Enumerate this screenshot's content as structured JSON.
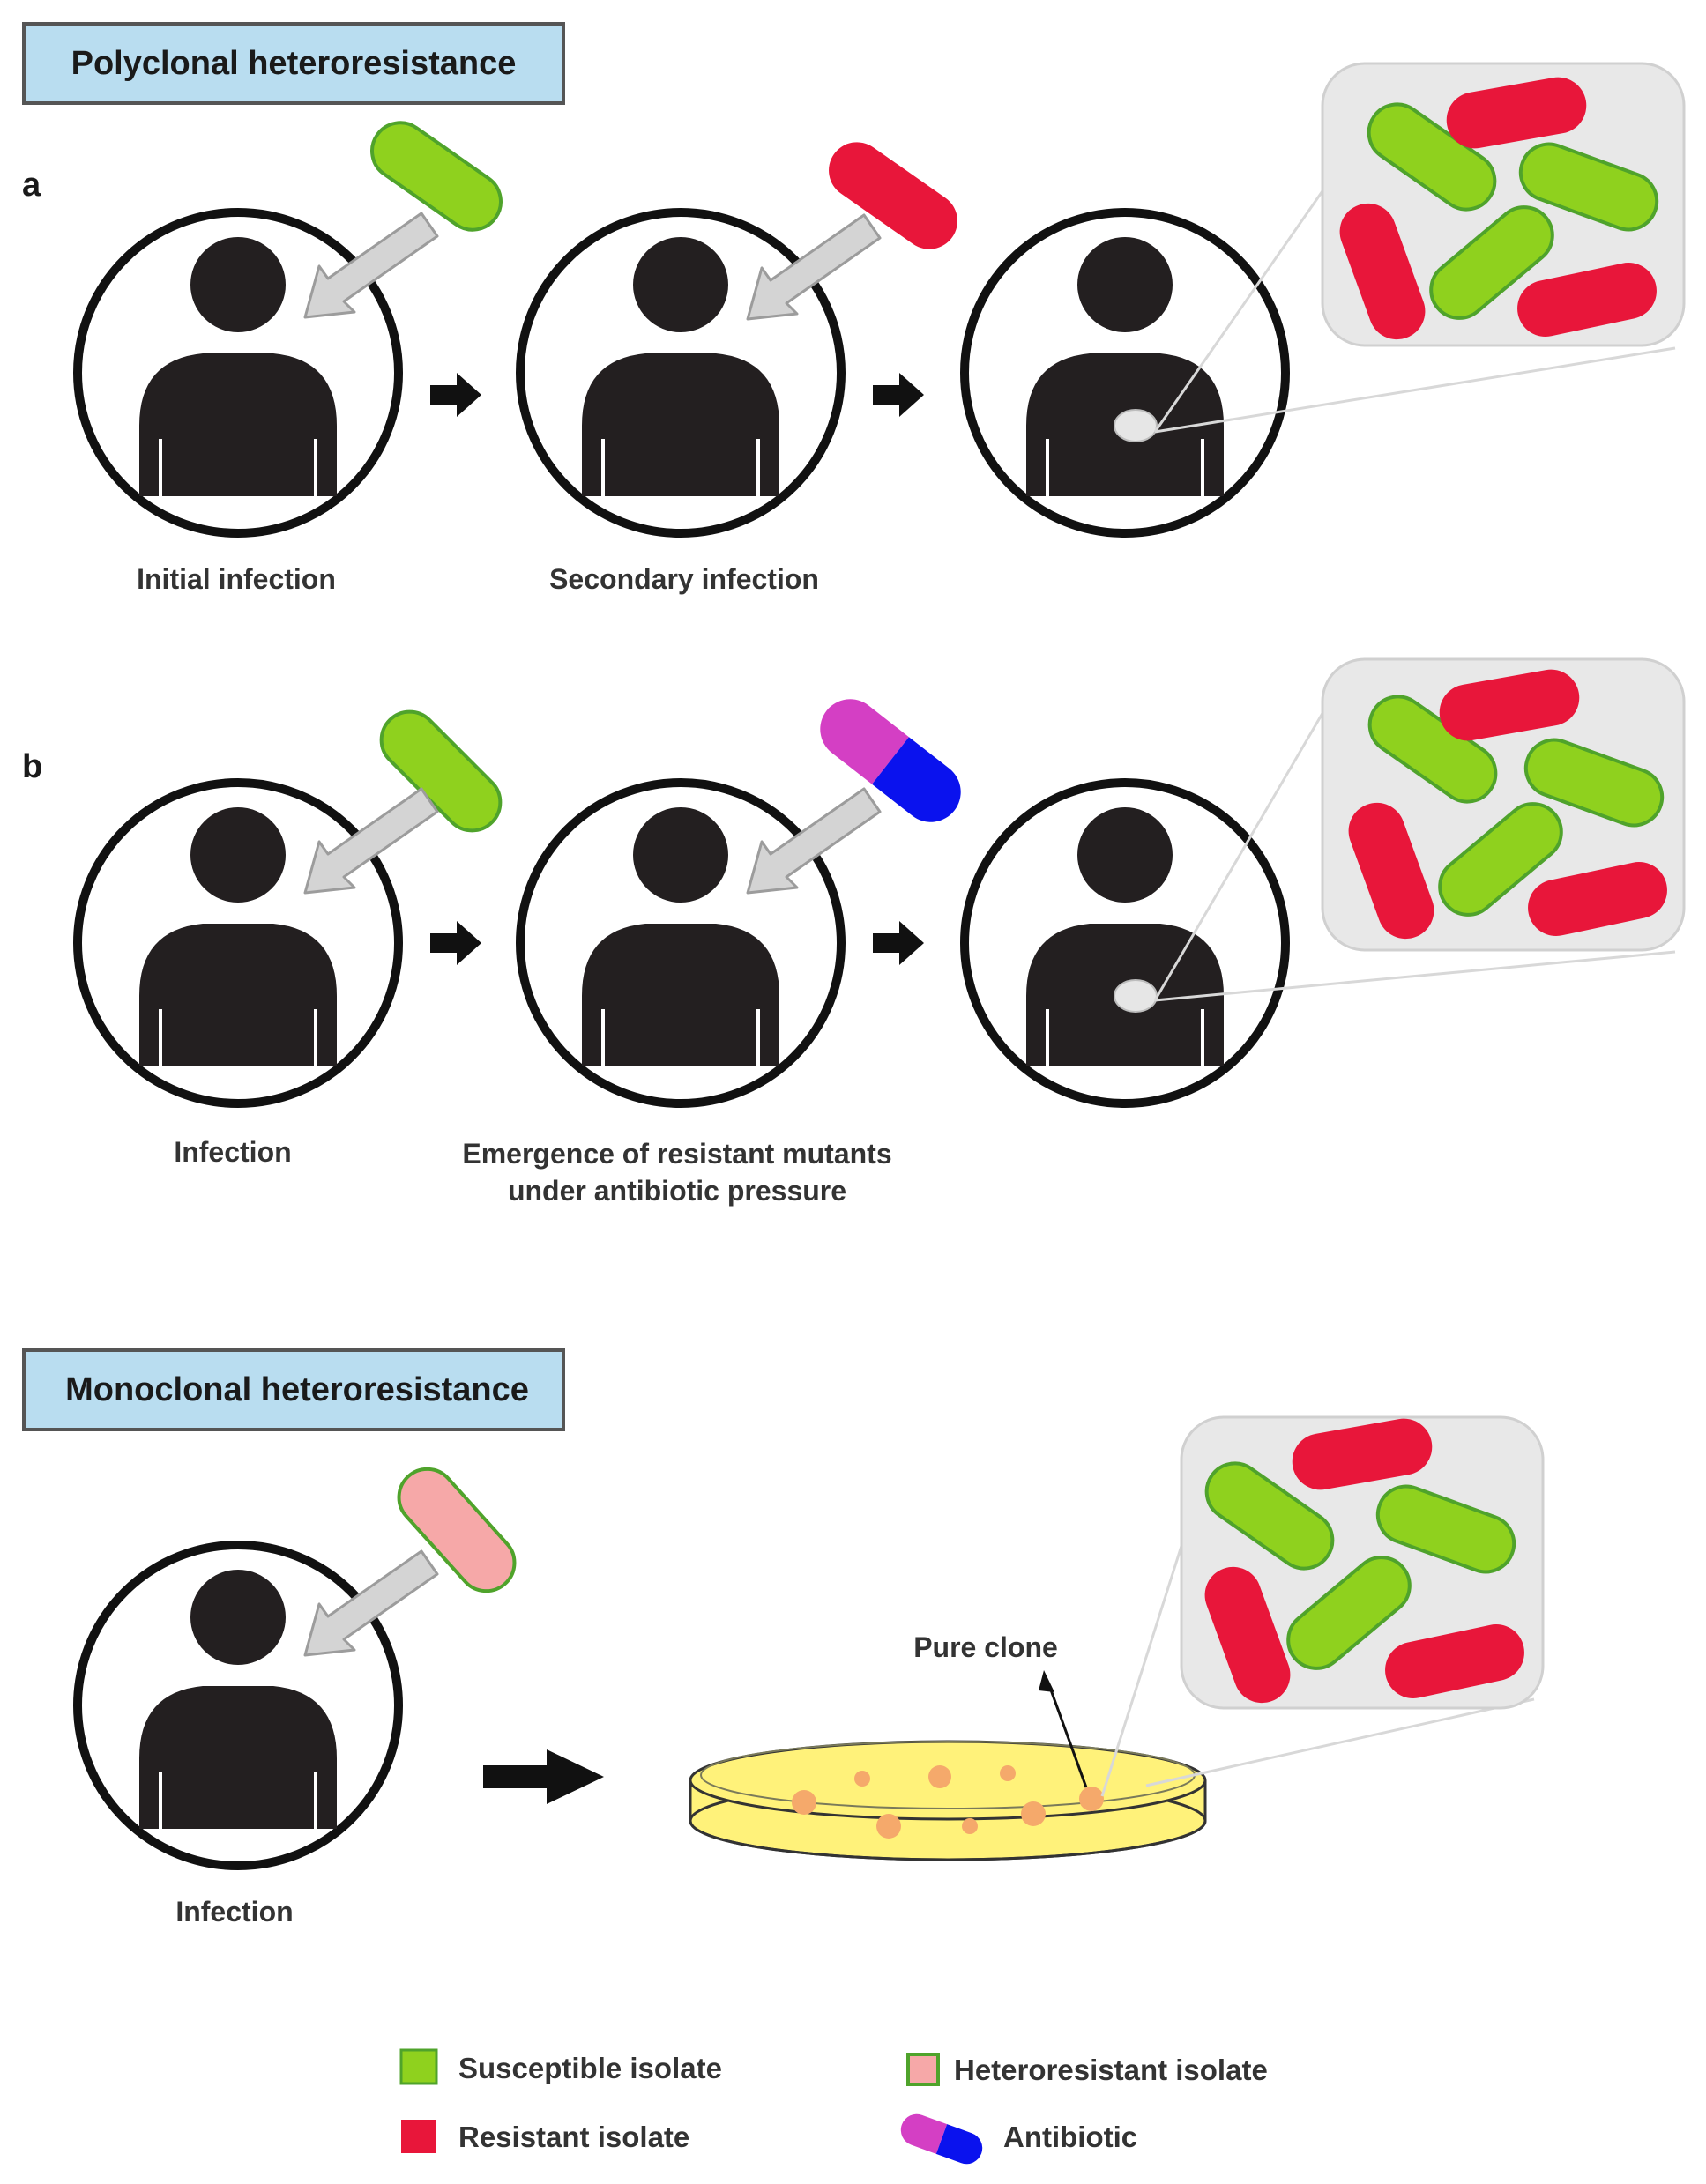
{
  "colors": {
    "susceptible": "#8fd11e",
    "susceptible_border": "#4fa32b",
    "resistant": "#e8163a",
    "heteroresistant": "#f6a8a8",
    "heteroresistant_border": "#4fa32b",
    "antibiotic_left": "#d43fc4",
    "antibiotic_right": "#0a12ee",
    "title_box": "#b9ddf0",
    "person": "#231f20",
    "zoom_box": "#e8e8e8",
    "agar": "#fff27a",
    "colony": "#f5a96b"
  },
  "sections": {
    "polyclonal": {
      "title": "Polyclonal heteroresistance"
    },
    "monoclonal": {
      "title": "Monoclonal heteroresistance"
    }
  },
  "panel_a": {
    "letter": "a",
    "caption_1": "Initial infection",
    "caption_2": "Secondary infection"
  },
  "panel_b": {
    "letter": "b",
    "caption_1": "Infection",
    "caption_2_line1": "Emergence of resistant mutants",
    "caption_2_line2": "under antibiotic pressure"
  },
  "monoclonal_panel": {
    "caption_1": "Infection",
    "pure_clone": "Pure clone"
  },
  "legend": {
    "susceptible": "Susceptible isolate",
    "resistant": "Resistant isolate",
    "heteroresistant": "Heteroresistant isolate",
    "antibiotic": "Antibiotic"
  },
  "icons": [
    "person-icon",
    "bacterium-icon",
    "antibiotic-capsule-icon",
    "petri-dish-icon",
    "arrow-icon"
  ]
}
